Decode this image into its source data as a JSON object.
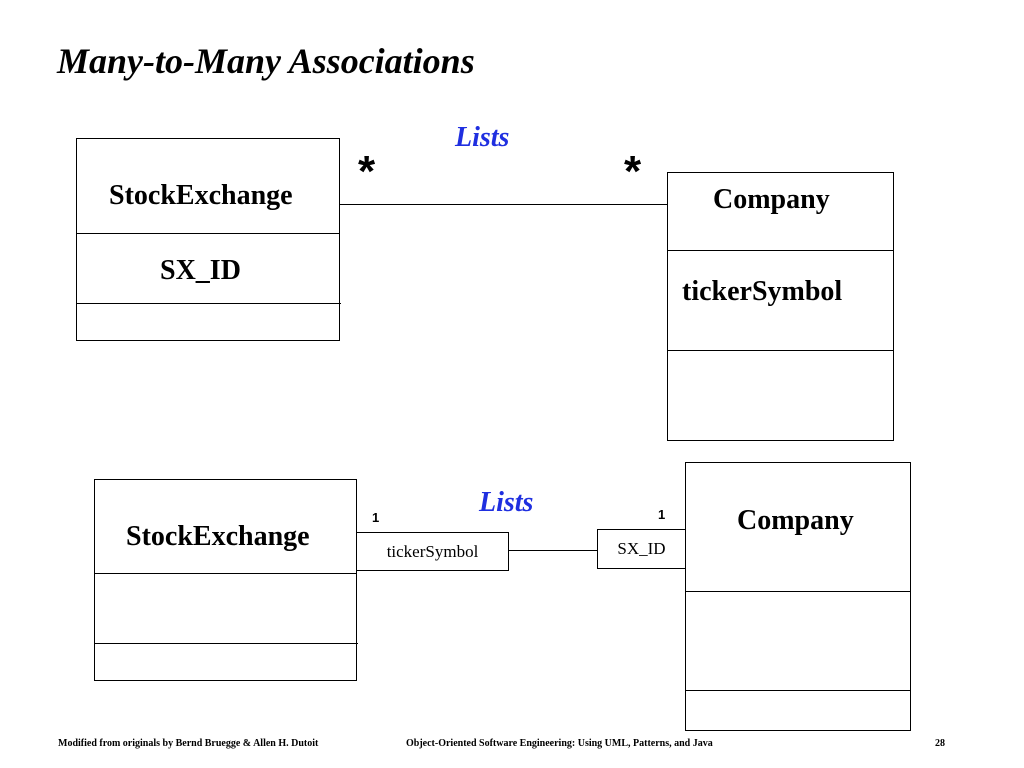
{
  "slide": {
    "title": "Many-to-Many Associations"
  },
  "diagram_top": {
    "left_class": {
      "name": "StockExchange",
      "attribute": "SX_ID"
    },
    "right_class": {
      "name": "Company",
      "attribute": "tickerSymbol"
    },
    "association": {
      "name": "Lists",
      "left_multiplicity": "*",
      "right_multiplicity": "*"
    }
  },
  "diagram_bottom": {
    "left_class": {
      "name": "StockExchange"
    },
    "right_class": {
      "name": "Company"
    },
    "association": {
      "name": "Lists",
      "left_multiplicity": "1",
      "right_multiplicity": "1"
    },
    "left_qualifier": "tickerSymbol",
    "right_qualifier": "SX_ID"
  },
  "footer": {
    "left": "Modified from originals by Bernd Bruegge & Allen H. Dutoit",
    "center": "Object-Oriented Software Engineering: Using UML, Patterns, and Java",
    "page_number": "28"
  },
  "colors": {
    "association_name": "#1f2fe0",
    "lines": "#000000",
    "background": "#ffffff"
  }
}
